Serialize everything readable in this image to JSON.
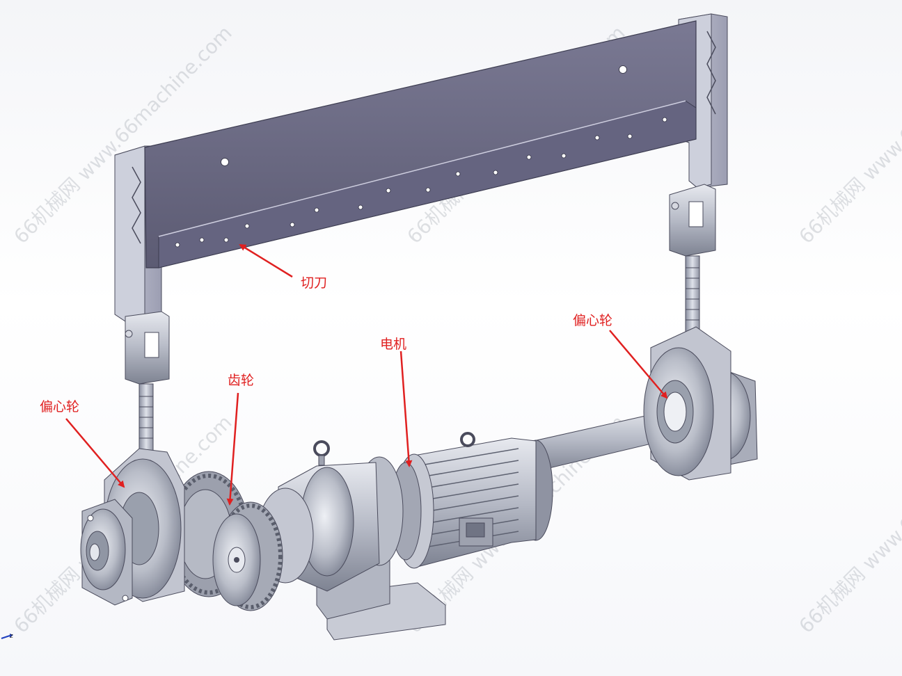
{
  "labels": {
    "cutter": "切刀",
    "motor": "电机",
    "gear": "齿轮",
    "eccentric_left": "偏心轮",
    "eccentric_right": "偏心轮"
  },
  "watermark": "66机械网 www.66machine.com",
  "axis": "z",
  "colors": {
    "annotation": "#e02020",
    "blade": "#6b6a84",
    "metal": "#b8bcc6"
  }
}
